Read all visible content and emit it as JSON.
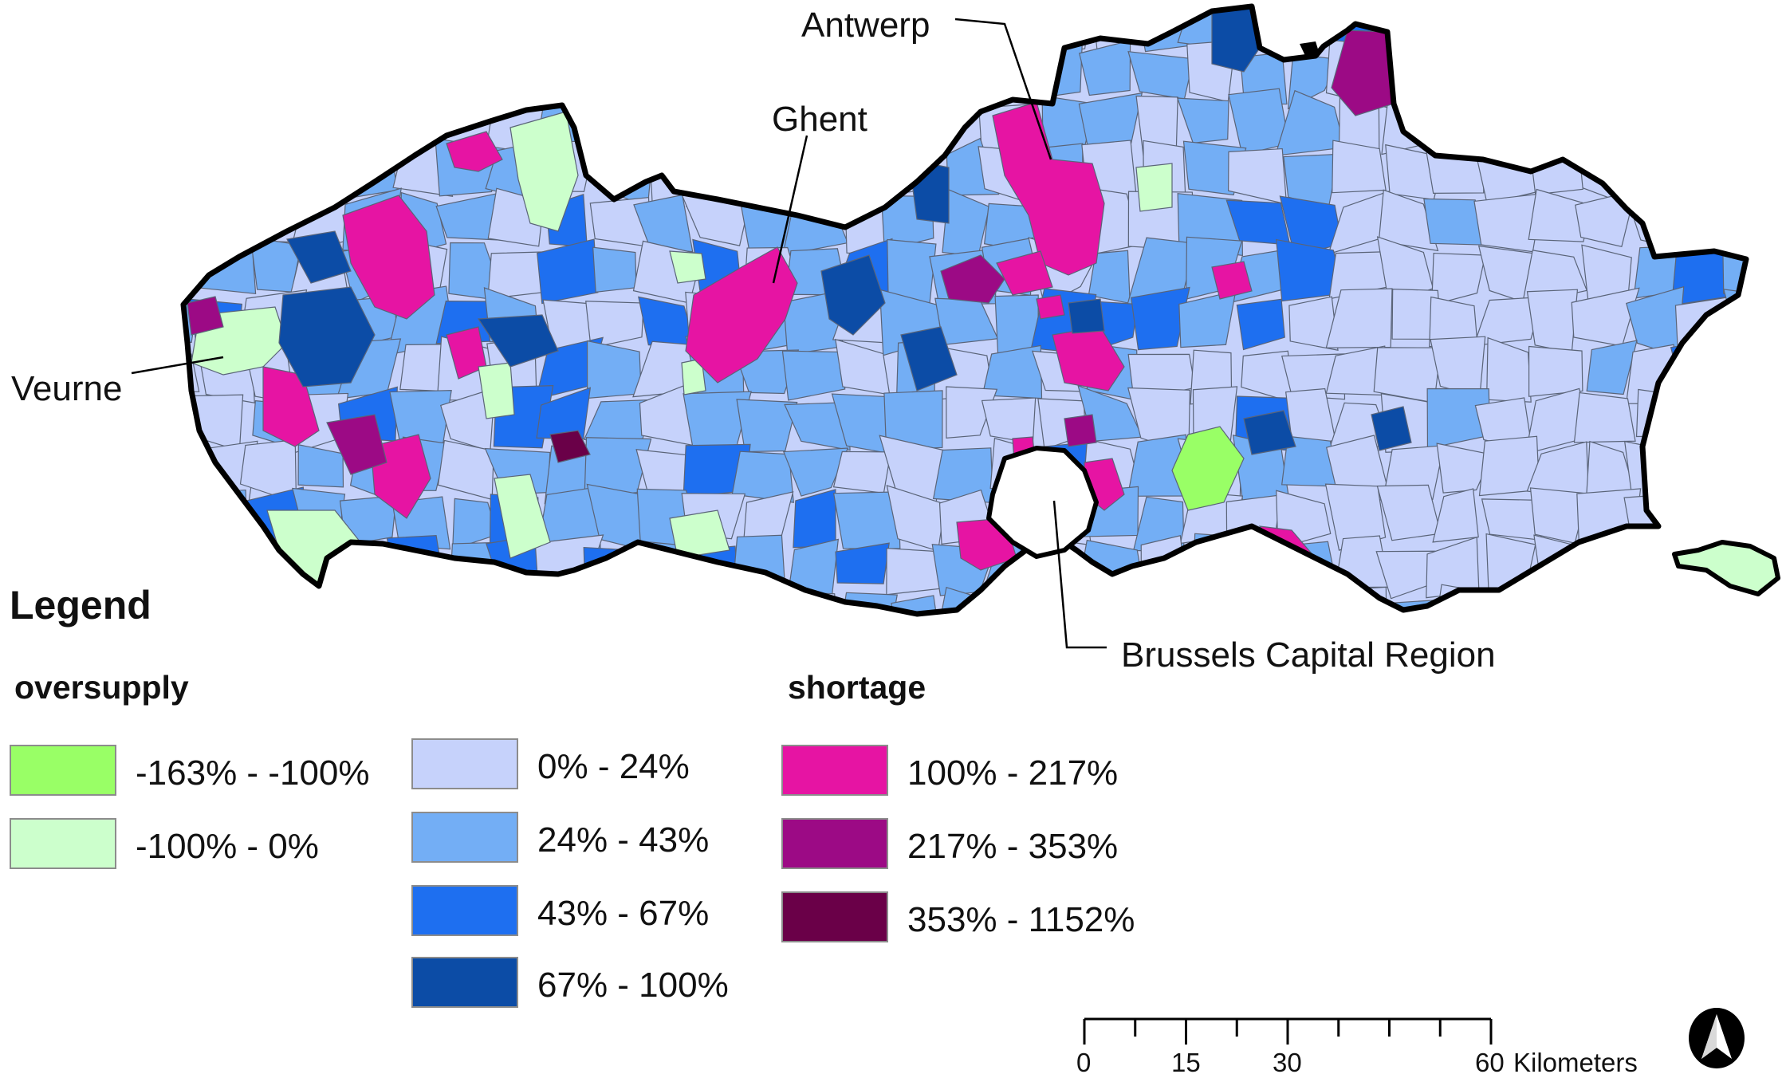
{
  "places": {
    "antwerp": "Antwerp",
    "ghent": "Ghent",
    "veurne": "Veurne",
    "brussels": "Brussels Capital Region"
  },
  "legend": {
    "title": "Legend",
    "oversupply_title": "oversupply",
    "shortage_title": "shortage",
    "oversupply": [
      {
        "label": "-163% - -100%",
        "color": "#99ff66"
      },
      {
        "label": "-100% - 0%",
        "color": "#ccffcc"
      }
    ],
    "middle": [
      {
        "label": "0% - 24%",
        "color": "#c6d2fb"
      },
      {
        "label": "24% - 43%",
        "color": "#73aef5"
      },
      {
        "label": "43% - 67%",
        "color": "#1e6ff0"
      },
      {
        "label": "67% - 100%",
        "color": "#0c4ca6"
      }
    ],
    "shortage": [
      {
        "label": "100% - 217%",
        "color": "#e614a3"
      },
      {
        "label": "217% - 353%",
        "color": "#9c0a85"
      },
      {
        "label": "353% - 1152%",
        "color": "#6a0048"
      }
    ]
  },
  "scale": {
    "ticks": [
      "0",
      "15",
      "30",
      "60"
    ],
    "unit": "Kilometers"
  },
  "north_icon": "north-arrow-icon"
}
